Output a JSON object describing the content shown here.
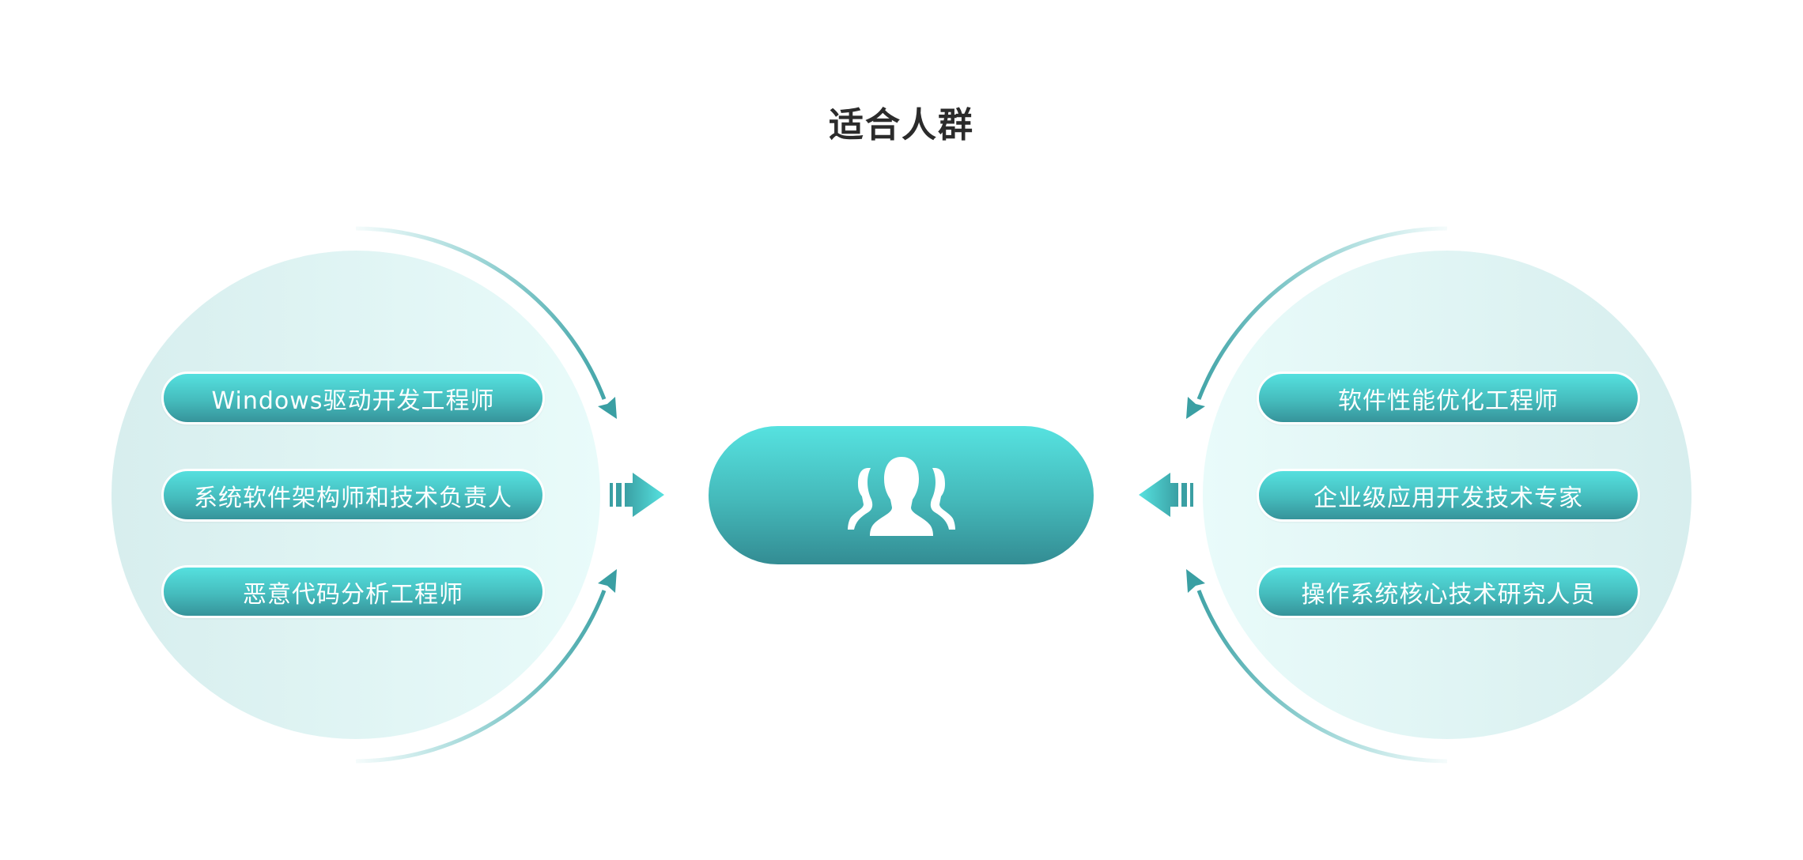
{
  "title": "适合人群",
  "center": {
    "icon": "user-group-icon"
  },
  "left_group": {
    "items": [
      "Windows驱动开发工程师",
      "系统软件架构师和技术负责人",
      "恶意代码分析工程师"
    ]
  },
  "right_group": {
    "items": [
      "软件性能优化工程师",
      "企业级应用开发技术专家",
      "操作系统核心技术研究人员"
    ]
  },
  "colors": {
    "accent": "#45bcbd",
    "accent_light": "#55e0df",
    "accent_dark": "#338c93",
    "circle": "#dff3f3"
  }
}
